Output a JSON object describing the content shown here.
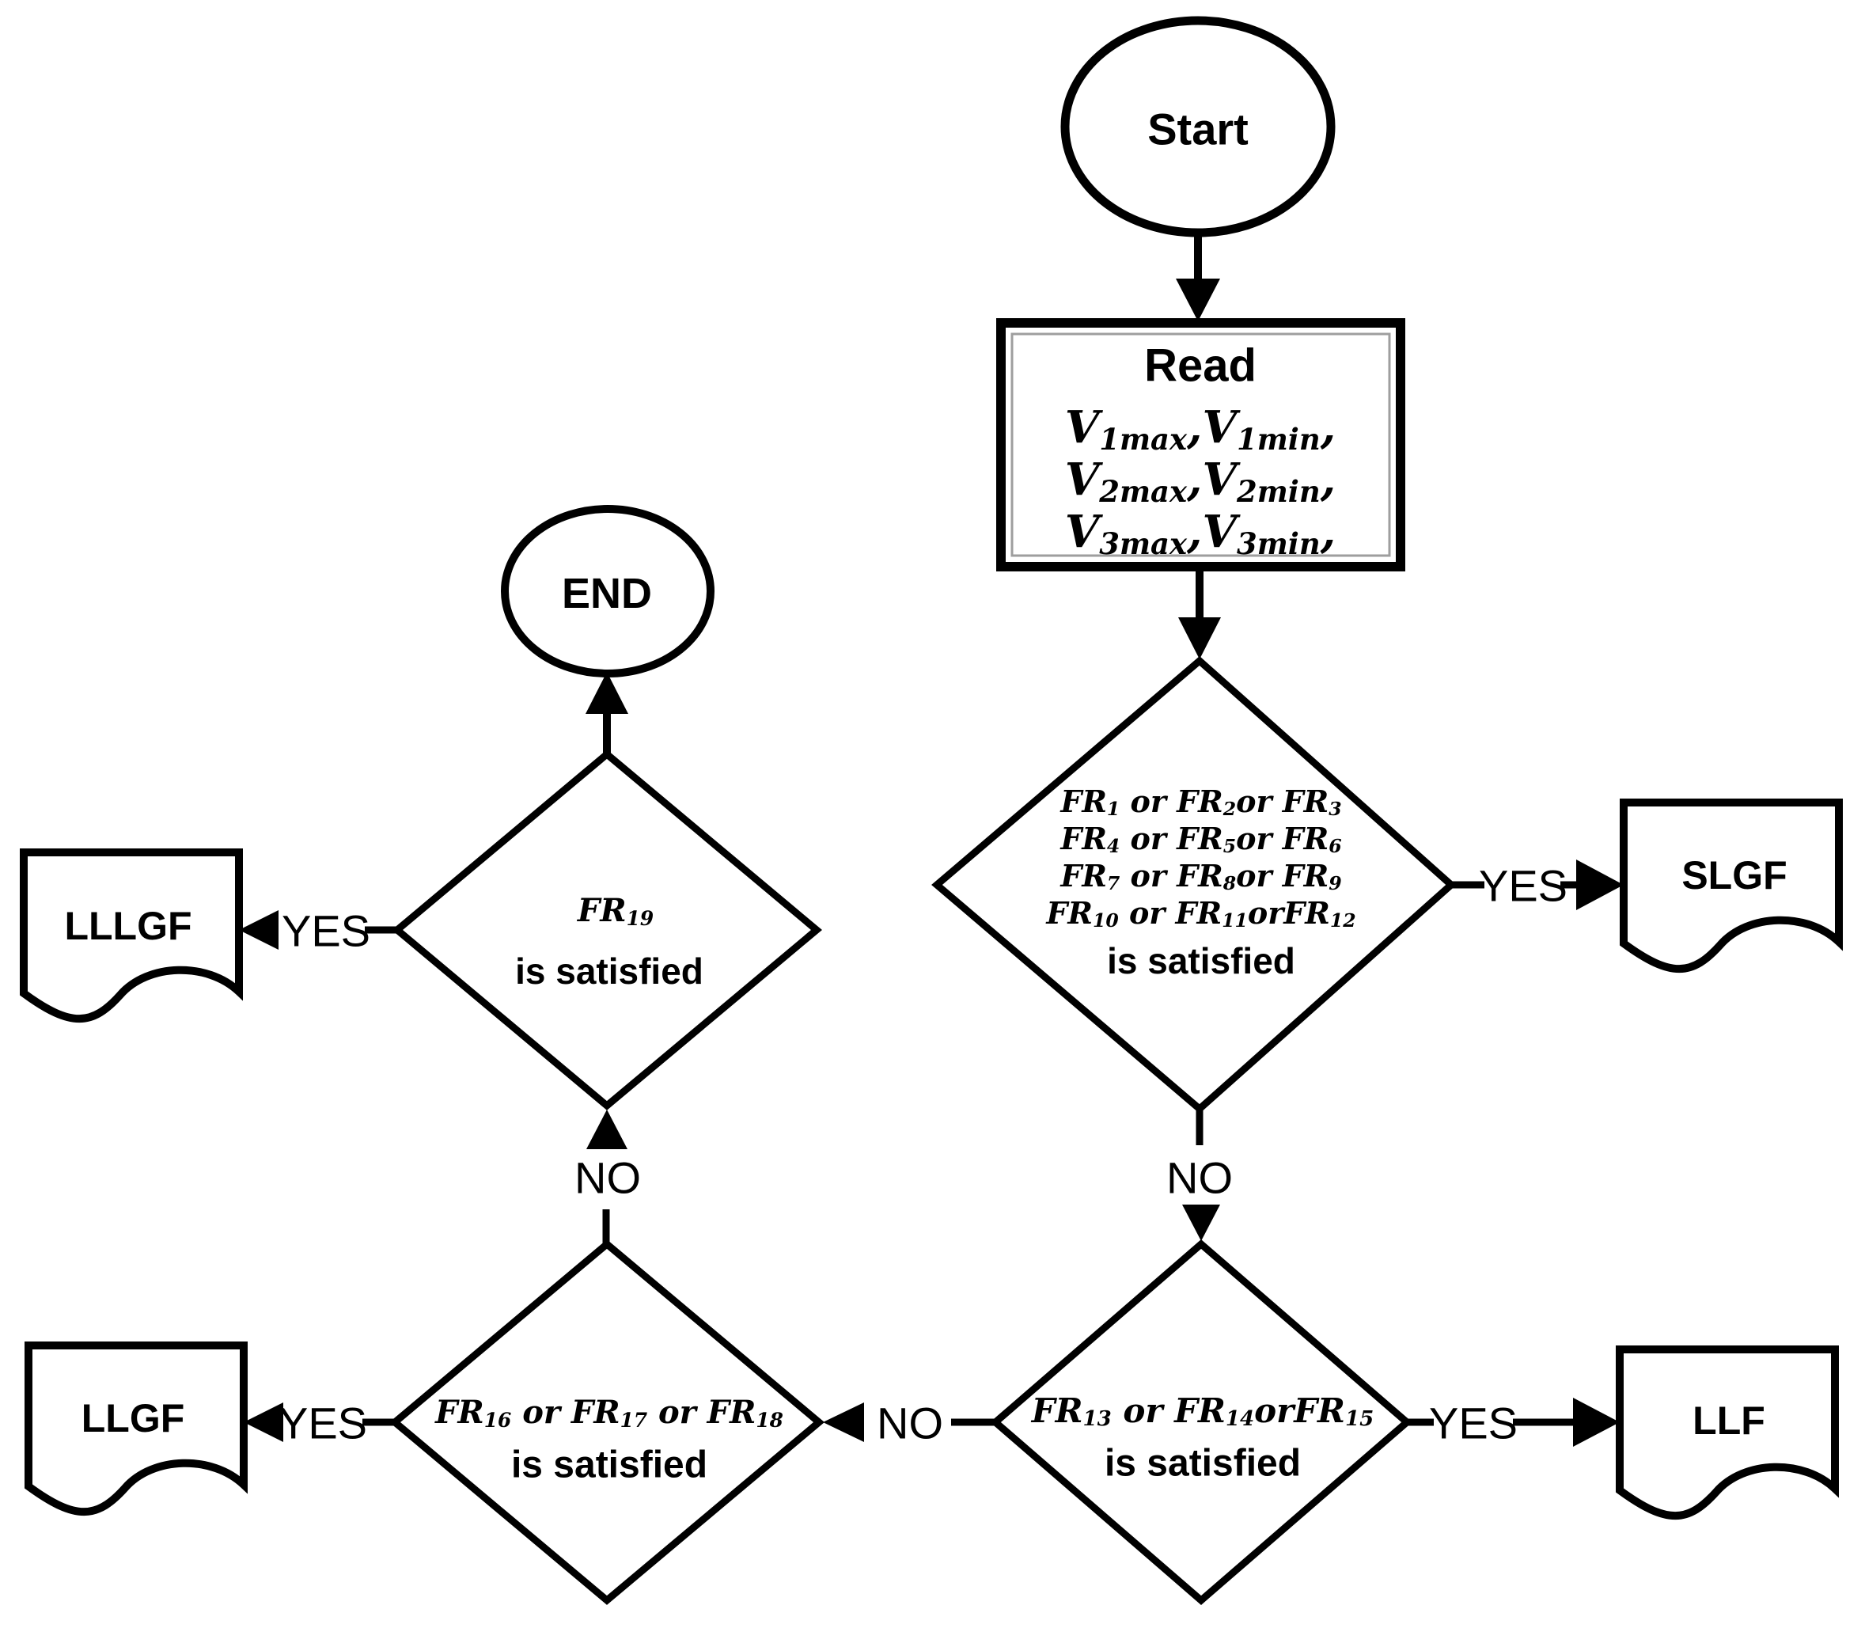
{
  "nodes": {
    "start": {
      "label": "Start"
    },
    "read": {
      "title": "Read",
      "lines": [
        "V_1max_,V_1min_,",
        "V_2max_,V_2min_,",
        "V_3max_,V_3min_,"
      ]
    },
    "decision_fr1_12": {
      "lines": [
        "FR_1_ or FR_2_or FR_3_",
        "FR_4_ or FR_5_or FR_6_",
        "FR_7_ or FR_8_or FR_9_",
        "FR_10_ or FR_11_orFR_12_"
      ],
      "suffix": "is satisfied"
    },
    "decision_fr13_15": {
      "line": "FR_13_ or FR_14_orFR_15_",
      "suffix": "is satisfied"
    },
    "decision_fr16_18": {
      "line": "FR_16_ or FR_17_ or FR_18_",
      "suffix": "is satisfied"
    },
    "decision_fr19": {
      "line": "FR_19_",
      "suffix": "is satisfied"
    },
    "end": {
      "label": "END"
    },
    "doc_slgf": {
      "label": "SLGF"
    },
    "doc_llf": {
      "label": "LLF"
    },
    "doc_llgf": {
      "label": "LLGF"
    },
    "doc_lllgf": {
      "label": "LLLGF"
    }
  },
  "edge_labels": {
    "yes": "YES",
    "no": "NO"
  },
  "colors": {
    "ink": "#000000",
    "background": "#ffffff",
    "inner_border": "#9e9e9e"
  }
}
